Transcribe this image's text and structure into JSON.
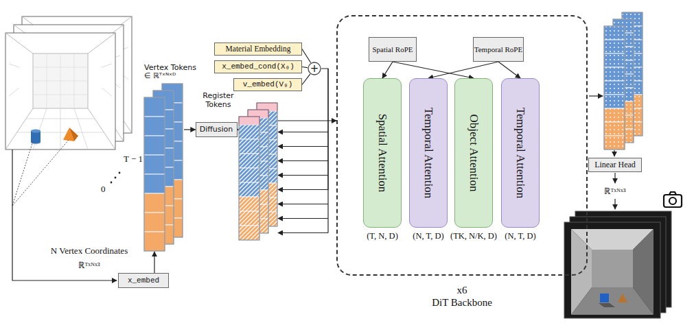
{
  "diagram": {
    "nodes": [
      {
        "text": [
          "x_embed"
        ]
      },
      {
        "text": [
          "Vertex Tokens",
          "∈ ℝᵀˣᴺˣᴰ"
        ]
      },
      {
        "text": [
          "Diffusion"
        ]
      },
      {
        "text": [
          "Register Tokens"
        ]
      },
      {
        "text": [
          "Material Embedding"
        ]
      },
      {
        "text": [
          "x_embed_cond(X₀)"
        ]
      },
      {
        "text": [
          "v_embed(V₀)"
        ]
      },
      {
        "text": [
          "+"
        ]
      },
      {
        "text": [
          "x6",
          "DiT Backbone"
        ]
      },
      {
        "text": [
          "Spatial RoPE"
        ],
        "in": 8
      },
      {
        "text": [
          "Temporal RoPE"
        ],
        "in": 8
      },
      {
        "text": [
          "Spatial Attention",
          "(T, N, D)"
        ],
        "in": 8
      },
      {
        "text": [
          "Temporal Attention",
          "(N, T, D)"
        ],
        "in": 8
      },
      {
        "text": [
          "Object Attention",
          "(TK, N/K, D)"
        ],
        "in": 8
      },
      {
        "text": [
          "Temporal Attention",
          "(N, T, D)"
        ],
        "in": 8
      },
      {
        "text": [
          "Linear Head"
        ]
      }
    ],
    "edges": [
      {
        "from": 0,
        "to": 1,
        "arrow": "to"
      },
      {
        "from": 1,
        "to": 2,
        "arrow": "to"
      },
      {
        "from": 2,
        "to": 3,
        "arrow": "to"
      },
      {
        "from": 4,
        "to": 7,
        "arrow": "none"
      },
      {
        "from": 5,
        "to": 7,
        "arrow": "none"
      },
      {
        "from": 6,
        "to": 7,
        "arrow": "none"
      },
      {
        "from": 7,
        "to": 3,
        "arrow": "to"
      },
      {
        "from": 3,
        "to": 8,
        "arrow": "to"
      },
      {
        "from": 9,
        "to": 11,
        "arrow": "to"
      },
      {
        "from": 9,
        "to": 13,
        "arrow": "to"
      },
      {
        "from": 10,
        "to": 12,
        "arrow": "to"
      },
      {
        "from": 10,
        "to": 14,
        "arrow": "to"
      }
    ],
    "labels": [
      "T − 1",
      "0",
      "N Vertex Coordinates",
      "ℝᵀˣᴺˣ³",
      "ℝᵀˣᴺˣ³"
    ]
  }
}
